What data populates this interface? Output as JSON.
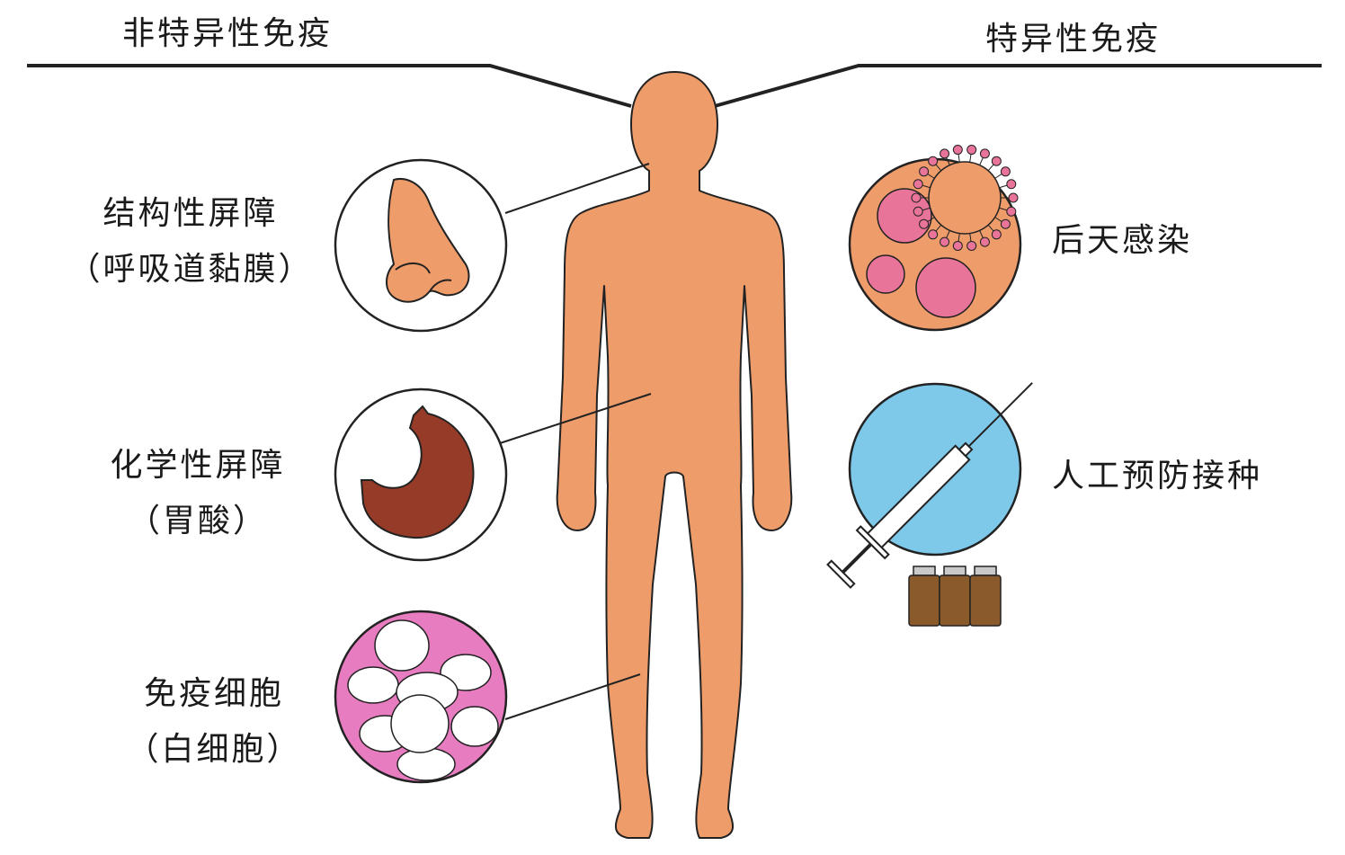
{
  "headings": {
    "nonspecific": "非特异性免疫",
    "specific": "特异性免疫"
  },
  "nonspecific_items": [
    {
      "title": "结构性屏障",
      "subtitle": "（呼吸道黏膜）",
      "icon": "nose-icon"
    },
    {
      "title": "化学性屏障",
      "subtitle": "（胃酸）",
      "icon": "stomach-icon"
    },
    {
      "title": "免疫细胞",
      "subtitle": "（白细胞）",
      "icon": "white-blood-cells-icon"
    }
  ],
  "specific_items": [
    {
      "title": "后天感染",
      "icon": "virus-infection-icon"
    },
    {
      "title": "人工预防接种",
      "icon": "syringe-vaccine-icon"
    }
  ],
  "colors": {
    "body": "#ef9c6b",
    "stomach": "#963b27",
    "cells_bg": "#e87cc0",
    "infection_bg": "#ef9c6b",
    "pink_cell": "#e8749a",
    "vaccine_bg": "#7ec8ea",
    "vial": "#8a5a2b",
    "line": "#222222"
  }
}
